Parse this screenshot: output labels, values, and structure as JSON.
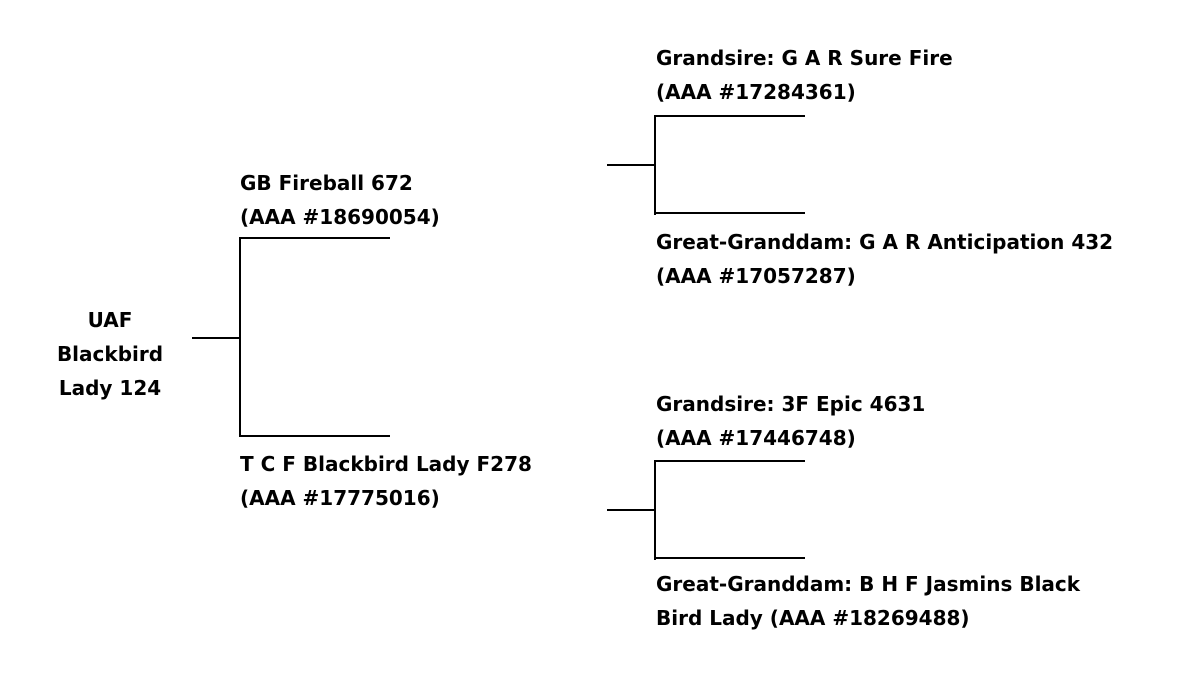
{
  "pedigree": {
    "subject": {
      "lines": [
        "UAF",
        "Blackbird",
        "Lady 124"
      ]
    },
    "sire": {
      "name": "GB Fireball 672",
      "reg": "(AAA #18690054)"
    },
    "dam": {
      "name": "T C F Blackbird Lady F278",
      "reg": "(AAA #17775016)"
    },
    "sire_grandsire": {
      "name": "Grandsire: G A R Sure Fire",
      "reg": "(AAA #17284361)"
    },
    "sire_granddam": {
      "name": "Great-Granddam: G A R Anticipation 432",
      "reg": "(AAA #17057287)"
    },
    "dam_grandsire": {
      "name": "Grandsire: 3F Epic 4631",
      "reg": "(AAA #17446748)"
    },
    "dam_granddam": {
      "line1": "Great-Granddam: B H F Jasmins Black",
      "line2": "Bird Lady (AAA #18269488)"
    }
  }
}
